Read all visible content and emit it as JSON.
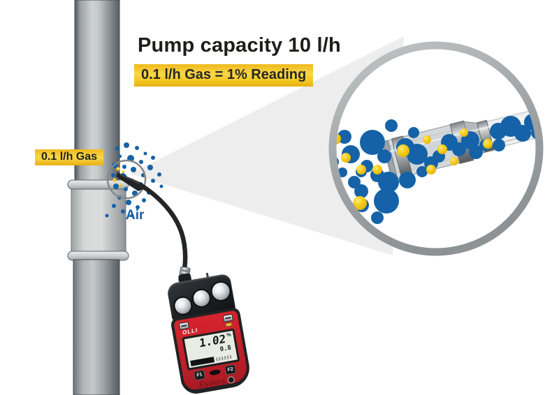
{
  "title": "Pump capacity 10 l/h",
  "subtitle": "0.1 l/h Gas = 1% Reading",
  "annotations": {
    "gas_label": "0.1 l/h Gas",
    "air_label": "Air"
  },
  "device": {
    "model": "OLLI",
    "brand": "Esders",
    "display": {
      "primary_value": "1.02",
      "primary_unit": "%",
      "secondary_value": "0.8"
    },
    "buttons": {
      "f1": "F1",
      "f2": "F2"
    }
  },
  "colors": {
    "air_molecule_blue": "#1562a8",
    "gas_molecule_yellow": "#f2c403",
    "highlight_yellow_box": "#f3c71e",
    "air_text_blue": "#1a5ca6",
    "device_red": "#c7222b",
    "pipe_gray": "#9aa0a2",
    "magnifier_ring_gray": "#9ba0a2",
    "wedge_gray": "#ededee"
  },
  "molecules": {
    "groups": [
      {
        "target": "leak-blue",
        "color": "#1562a8",
        "shaded": false,
        "items": [
          [
            168,
            213,
            3
          ],
          [
            181,
            208,
            4
          ],
          [
            196,
            212,
            3
          ],
          [
            208,
            220,
            2.5
          ],
          [
            219,
            226,
            3
          ],
          [
            172,
            224,
            2.2
          ],
          [
            187,
            227,
            5
          ],
          [
            202,
            232,
            3
          ],
          [
            215,
            240,
            4
          ],
          [
            228,
            250,
            3
          ],
          [
            164,
            237,
            4
          ],
          [
            178,
            239,
            3
          ],
          [
            191,
            243,
            4
          ],
          [
            205,
            251,
            3
          ],
          [
            219,
            259,
            3
          ],
          [
            231,
            267,
            2.5
          ],
          [
            162,
            251,
            3
          ],
          [
            176,
            253,
            5
          ],
          [
            189,
            259,
            3
          ],
          [
            201,
            265,
            4
          ],
          [
            213,
            276,
            3
          ],
          [
            166,
            267,
            4
          ],
          [
            180,
            271,
            3
          ],
          [
            193,
            277,
            4
          ],
          [
            206,
            287,
            3
          ],
          [
            171,
            283,
            3
          ],
          [
            184,
            290,
            4
          ],
          [
            197,
            297,
            3
          ],
          [
            163,
            295,
            3
          ],
          [
            176,
            303,
            3
          ],
          [
            189,
            309,
            2.5
          ],
          [
            153,
            309,
            2.5
          ]
        ]
      },
      {
        "target": "leak-yellow",
        "color": "#f2c403",
        "shaded": true,
        "items": [
          [
            169,
            242,
            2.6
          ],
          [
            164,
            258,
            2.6
          ],
          [
            172,
            265,
            2.2
          ],
          [
            176,
            246,
            2.0
          ]
        ]
      },
      {
        "target": "zoom-blue",
        "color": "#1562a8",
        "shaded": false,
        "items": [
          [
            493,
            196,
            10
          ],
          [
            502,
            221,
            13
          ],
          [
            533,
            204,
            18
          ],
          [
            550,
            224,
            10
          ],
          [
            525,
            238,
            9
          ],
          [
            517,
            246,
            8
          ],
          [
            540,
            251,
            10
          ],
          [
            556,
            261,
            15
          ],
          [
            507,
            261,
            9
          ],
          [
            517,
            274,
            10
          ],
          [
            553,
            288,
            18
          ],
          [
            518,
            294,
            10
          ],
          [
            540,
            312,
            9
          ],
          [
            583,
            258,
            12
          ],
          [
            580,
            211,
            13
          ],
          [
            597,
            221,
            15
          ],
          [
            617,
            234,
            10
          ],
          [
            628,
            224,
            9
          ],
          [
            643,
            204,
            12
          ],
          [
            657,
            214,
            10
          ],
          [
            673,
            201,
            13
          ],
          [
            681,
            218,
            10
          ],
          [
            694,
            208,
            8
          ],
          [
            713,
            188,
            12
          ],
          [
            731,
            181,
            15
          ],
          [
            748,
            191,
            12
          ],
          [
            714,
            208,
            9
          ],
          [
            762,
            175,
            12
          ],
          [
            770,
            190,
            10
          ],
          [
            477,
            232,
            8
          ],
          [
            490,
            247,
            7
          ],
          [
            560,
            180,
            9
          ],
          [
            592,
            190,
            8
          ],
          [
            604,
            246,
            8
          ]
        ]
      },
      {
        "target": "zoom-yellow",
        "color": "#f2c403",
        "shaded": true,
        "items": [
          [
            480,
            199,
            8
          ],
          [
            495,
            226,
            7
          ],
          [
            517,
            243,
            7
          ],
          [
            540,
            243,
            7
          ],
          [
            515,
            291,
            10
          ],
          [
            577,
            216,
            9
          ],
          [
            617,
            243,
            7
          ],
          [
            633,
            214,
            7
          ],
          [
            650,
            231,
            6
          ],
          [
            698,
            206,
            7
          ],
          [
            611,
            200,
            6
          ],
          [
            664,
            190,
            6
          ]
        ]
      }
    ]
  }
}
